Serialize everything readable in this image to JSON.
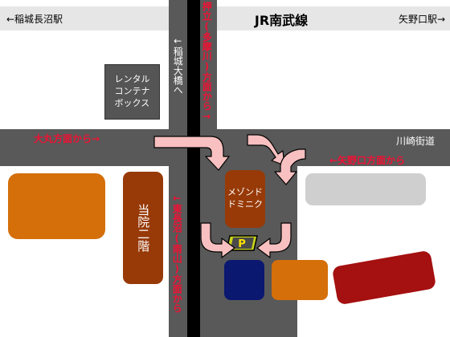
{
  "colors": {
    "road": "#595959",
    "rail_band": "#e6e6e6",
    "accent_red": "#ee1133",
    "orange": "#d46f0a",
    "brown": "#973a08",
    "navy": "#0a1870",
    "crimson": "#a51010",
    "light_gray": "#cfcfcf",
    "dark_gray": "#555555",
    "parking_yellow": "#c8d41a",
    "arrow_pink": "#f8c0c0"
  },
  "rail": {
    "name": "JR南武線",
    "left_station": "←稲城長沼駅",
    "right_station": "矢野口駅→"
  },
  "road_labels": {
    "kawasaki_kaido": "川崎街道",
    "to_inagi_ohashi": "←稲城大橋へ"
  },
  "direction_labels": {
    "oshitate": "押立(多摩川)方面から→",
    "omaru": "大丸方面から→",
    "yanokuchi": "←矢野口方面から",
    "higashi_naganuma": "←東長沼(南山)方面から"
  },
  "buildings": {
    "rental_container": "レンタル\nコンテナ\nボックス",
    "toin_nikai": "当院二階",
    "maison_dominique": "メゾンド\nドミニク"
  },
  "parking": {
    "symbol": "P",
    "icon": "parking-icon"
  }
}
